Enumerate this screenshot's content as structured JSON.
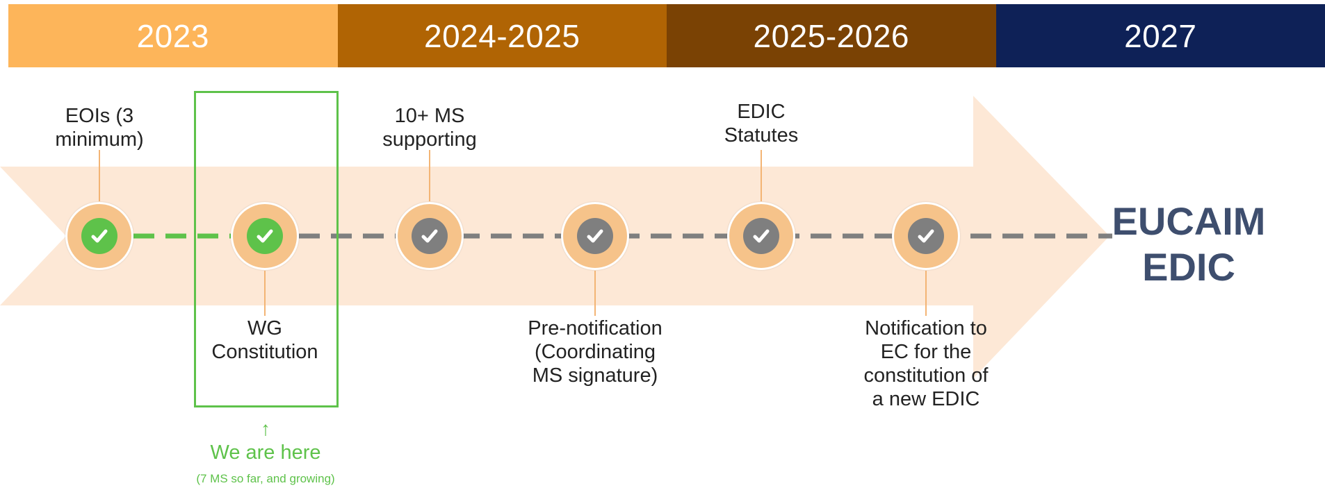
{
  "years": [
    {
      "label": "2023",
      "color": "#fdb55a"
    },
    {
      "label": "2024-2025",
      "color": "#b06404"
    },
    {
      "label": "2025-2026",
      "color": "#7a4204"
    },
    {
      "label": "2027",
      "color": "#0e2157"
    }
  ],
  "milestones": [
    {
      "label": "EOIs (3\nminimum)",
      "position": "above",
      "status": "done"
    },
    {
      "label": "WG\nConstitution",
      "position": "below",
      "status": "done"
    },
    {
      "label": "10+ MS\nsupporting",
      "position": "above",
      "status": "pending"
    },
    {
      "label": "Pre-notification\n(Coordinating\nMS signature)",
      "position": "below",
      "status": "pending"
    },
    {
      "label": "EDIC\nStatutes",
      "position": "above",
      "status": "pending"
    },
    {
      "label": "Notification to\nEC for the\nconstitution of\na new EDIC",
      "position": "below",
      "status": "pending"
    }
  ],
  "status_colors": {
    "done": "#5ec24a",
    "pending": "#7f7f7f"
  },
  "arrow_color": "#fde8d6",
  "connector_color": "#f3b474",
  "current_marker": {
    "arrow": "↑",
    "text": "We are here",
    "subtext": "(7 MS so far, and growing)",
    "color": "#5ec24a"
  },
  "target": {
    "label": "EUCAIM\nEDIC",
    "color": "#3e4e6e"
  }
}
